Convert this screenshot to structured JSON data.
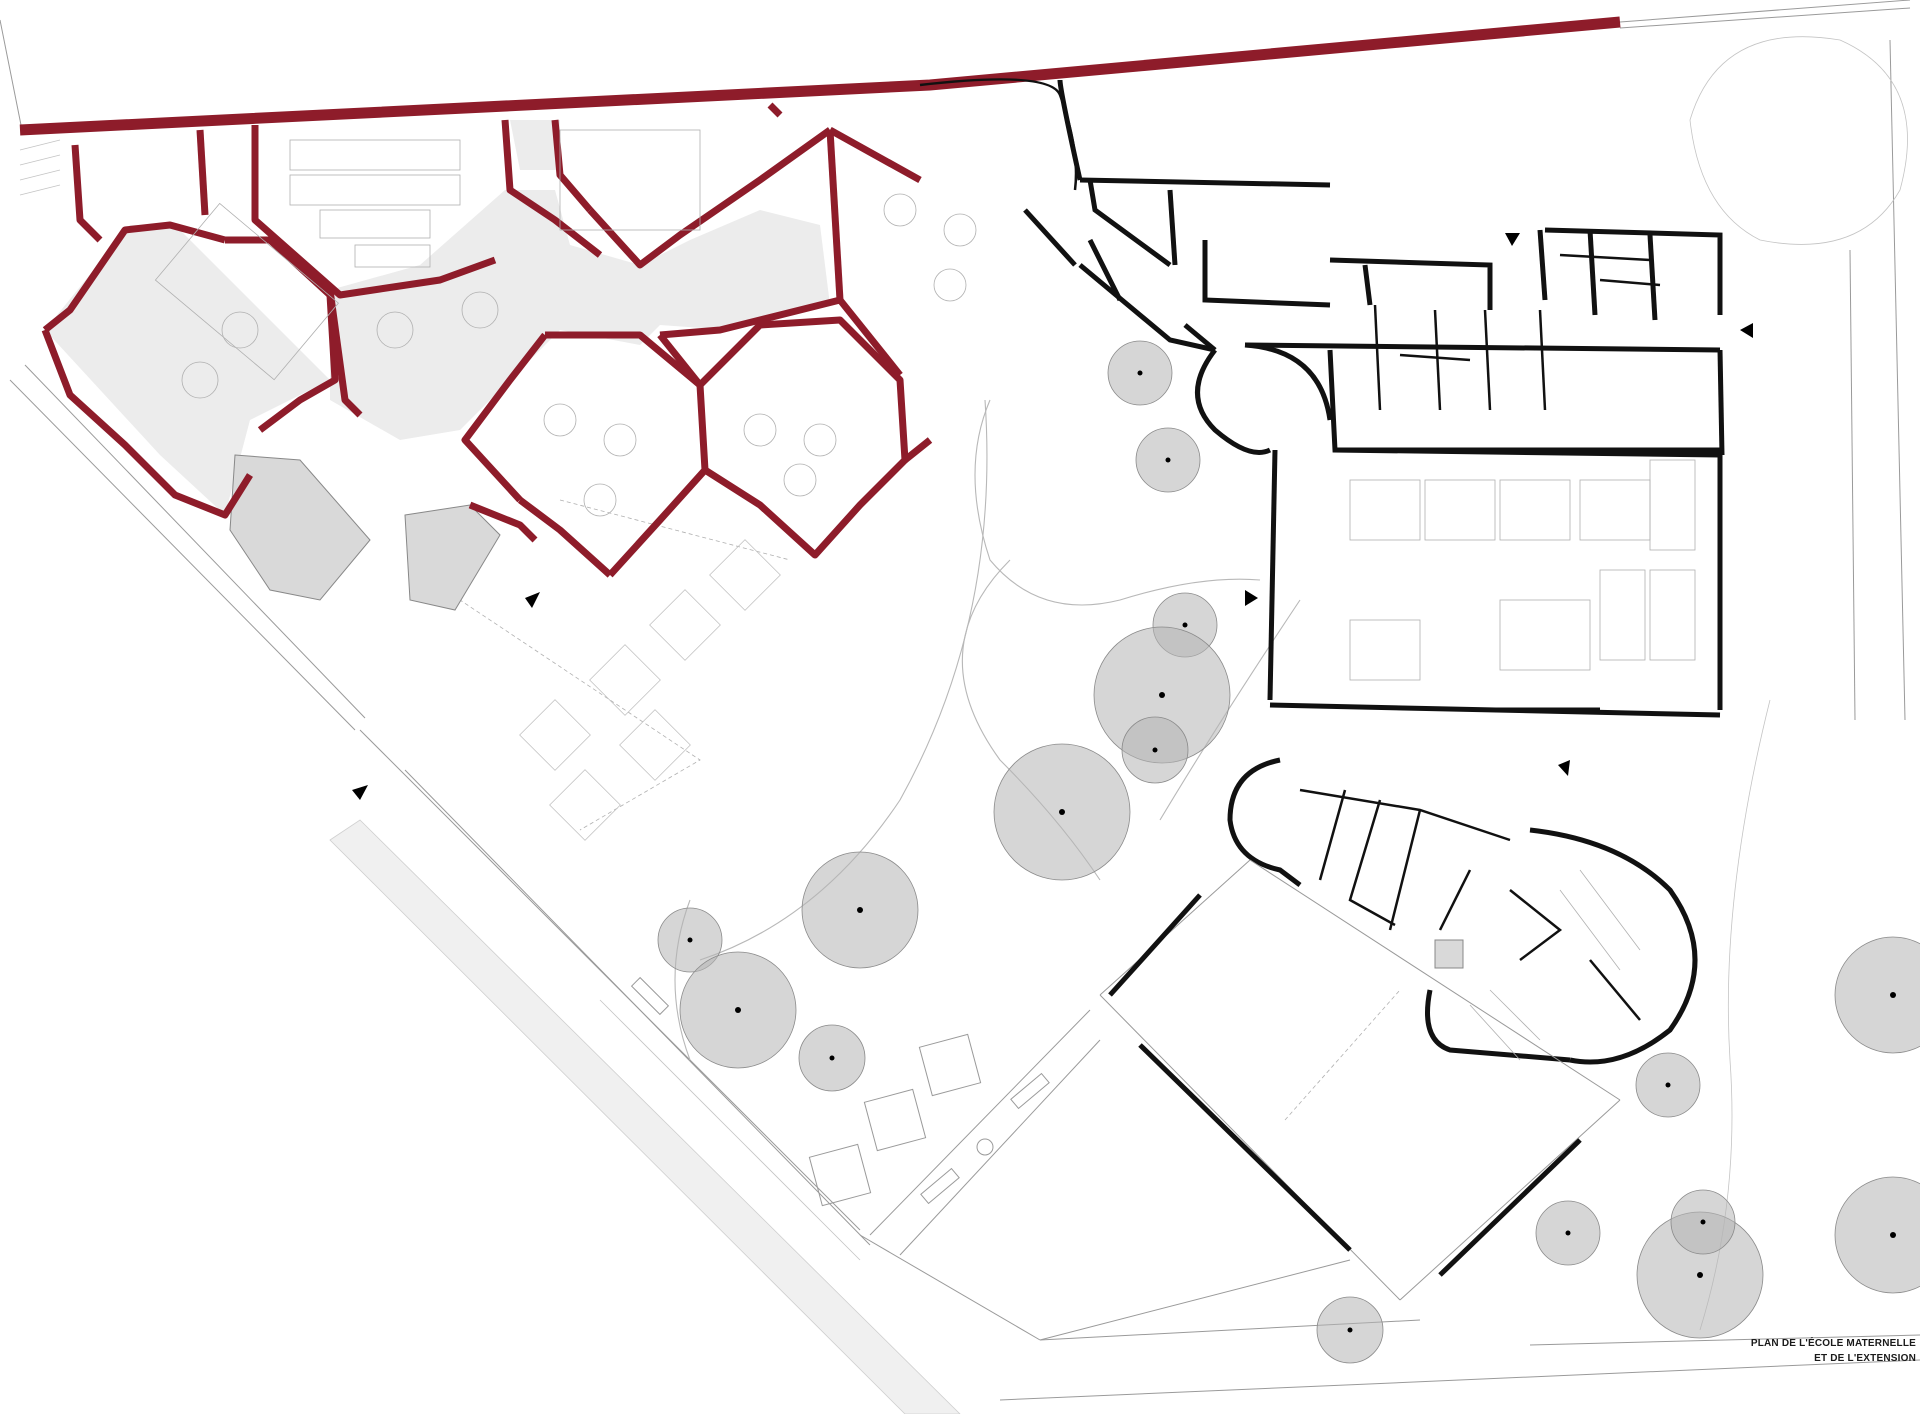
{
  "drawing": {
    "caption_line1": "PLAN DE L'ÉCOLE MATERNELLE",
    "caption_line2": "ET DE L'EXTENSION",
    "colors": {
      "existing_walls": "#8e1c2a",
      "new_walls": "#111111",
      "trees": "#b5b5b5",
      "circulation_floor": "#ececec",
      "background": "#ffffff"
    },
    "legend_semantics": {
      "existing_walls": "red walls",
      "new_walls": "black walls"
    }
  }
}
